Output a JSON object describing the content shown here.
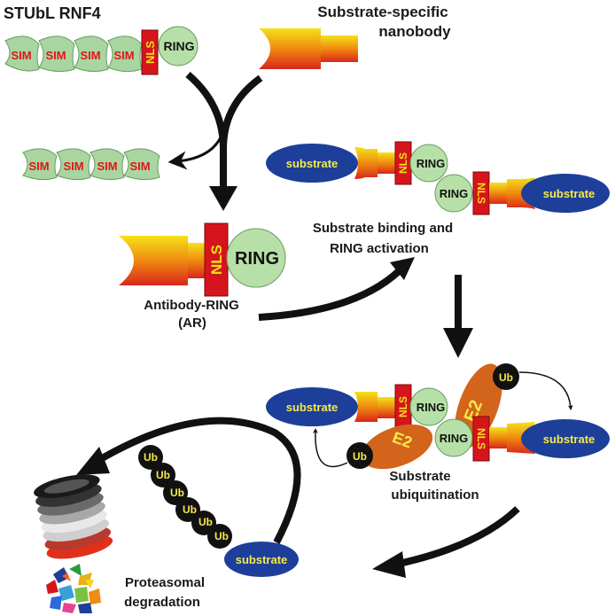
{
  "stubl_title": "STUbL RNF4",
  "nanobody_title_line1": "Substrate-specific",
  "nanobody_title_line2": "nanobody",
  "sim_label": "SIM",
  "nls_label": "NLS",
  "ring_label": "RING",
  "substrate_label": "substrate",
  "e2_label": "E2",
  "ub_label": "Ub",
  "antibody_ring_line1": "Antibody-RING",
  "antibody_ring_line2": "(AR)",
  "binding_line1": "Substrate binding and",
  "binding_line2": "RING activation",
  "ubiquitination_line1": "Substrate",
  "ubiquitination_line2": "ubiquitination",
  "degradation_line1": "Proteasomal",
  "degradation_line2": "degradation",
  "colors": {
    "sim_fill": "#a8d5a0",
    "ring_fill": "#b7e0a8",
    "nls_fill": "#d6141b",
    "substrate_fill": "#1d3f9a",
    "e2_fill": "#d3641c",
    "ub_fill": "#111111",
    "arrow": "#111111"
  }
}
